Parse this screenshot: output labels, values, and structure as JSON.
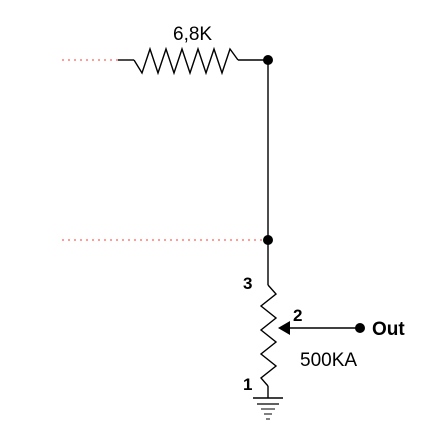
{
  "diagram": {
    "resistor_label": "6,8K",
    "potentiometer_label": "500KA",
    "pin_labels": {
      "pin3": "3",
      "pin2": "2",
      "pin1": "1"
    },
    "output_label": "Out"
  },
  "colors": {
    "wire": "#000000",
    "dotted_lead": "#ff3b30",
    "background": "#ffffff"
  }
}
